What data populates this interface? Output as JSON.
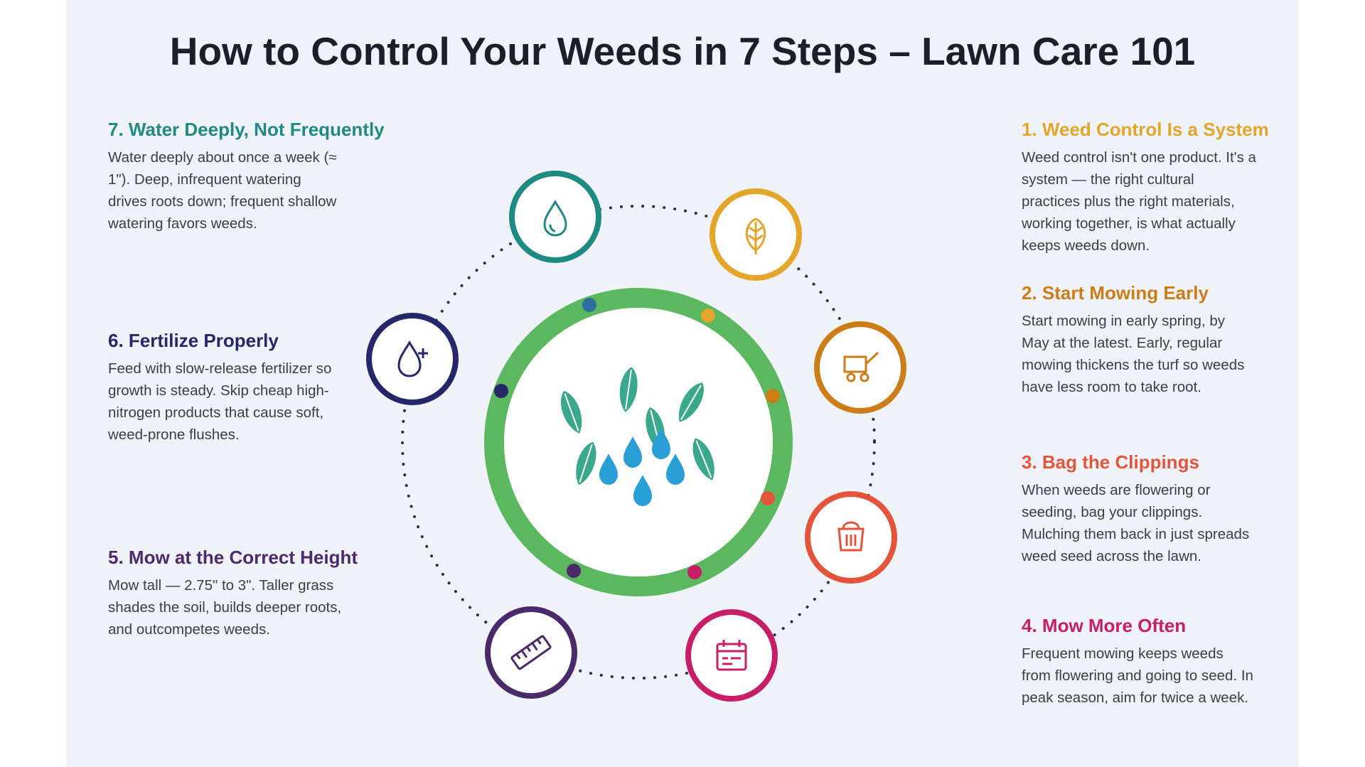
{
  "title": "How to Control Your Weeds in 7 Steps – Lawn Care 101",
  "colors": {
    "panel": "#eff2f7",
    "ring": "#5cb85f",
    "leaf": "#3aa88a",
    "drop": "#2a9fd6"
  },
  "steps": [
    {
      "heading": "1. Weed Control Is a System",
      "body": "Weed control isn't one product. It's a system — the right cultural practices plus the right materials, working together, is what actually keeps weeds down.",
      "color": "#e3a52a",
      "icon": "leaf-icon"
    },
    {
      "heading": "2. Start Mowing Early",
      "body": "Start mowing in early spring, by May at the latest. Early, regular mowing thickens the turf so weeds have less room to take root.",
      "color": "#cd7d17",
      "icon": "lawn-mower-icon"
    },
    {
      "heading": "3. Bag the Clippings",
      "body": "When weeds are flowering or seeding, bag your clippings. Mulching them back in just spreads weed seed across the lawn.",
      "color": "#e4543b",
      "icon": "basket-icon"
    },
    {
      "heading": "4. Mow More Often",
      "body": "Frequent mowing keeps weeds from flowering and going to seed. In peak season, aim for twice a week.",
      "color": "#c81d67",
      "icon": "calendar-icon"
    },
    {
      "heading": "5. Mow at the Correct Height",
      "body": "Mow tall — 2.75\" to 3\". Taller grass shades the soil, builds deeper roots, and outcompetes weeds.",
      "color": "#4a2a6b",
      "icon": "ruler-icon"
    },
    {
      "heading": "6. Fertilize Properly",
      "body": "Feed with slow-release fertilizer so growth is steady. Skip cheap high-nitrogen products that cause soft, weed-prone flushes.",
      "color": "#25276a",
      "icon": "fertilizer-drop-icon"
    },
    {
      "heading": "7. Water Deeply, Not Frequently",
      "body": "Water deeply about once a week (≈ 1\"). Deep, infrequent watering drives roots down; frequent shallow watering favors weeds.",
      "color": "#1f8a84",
      "icon": "water-drop-icon"
    }
  ]
}
